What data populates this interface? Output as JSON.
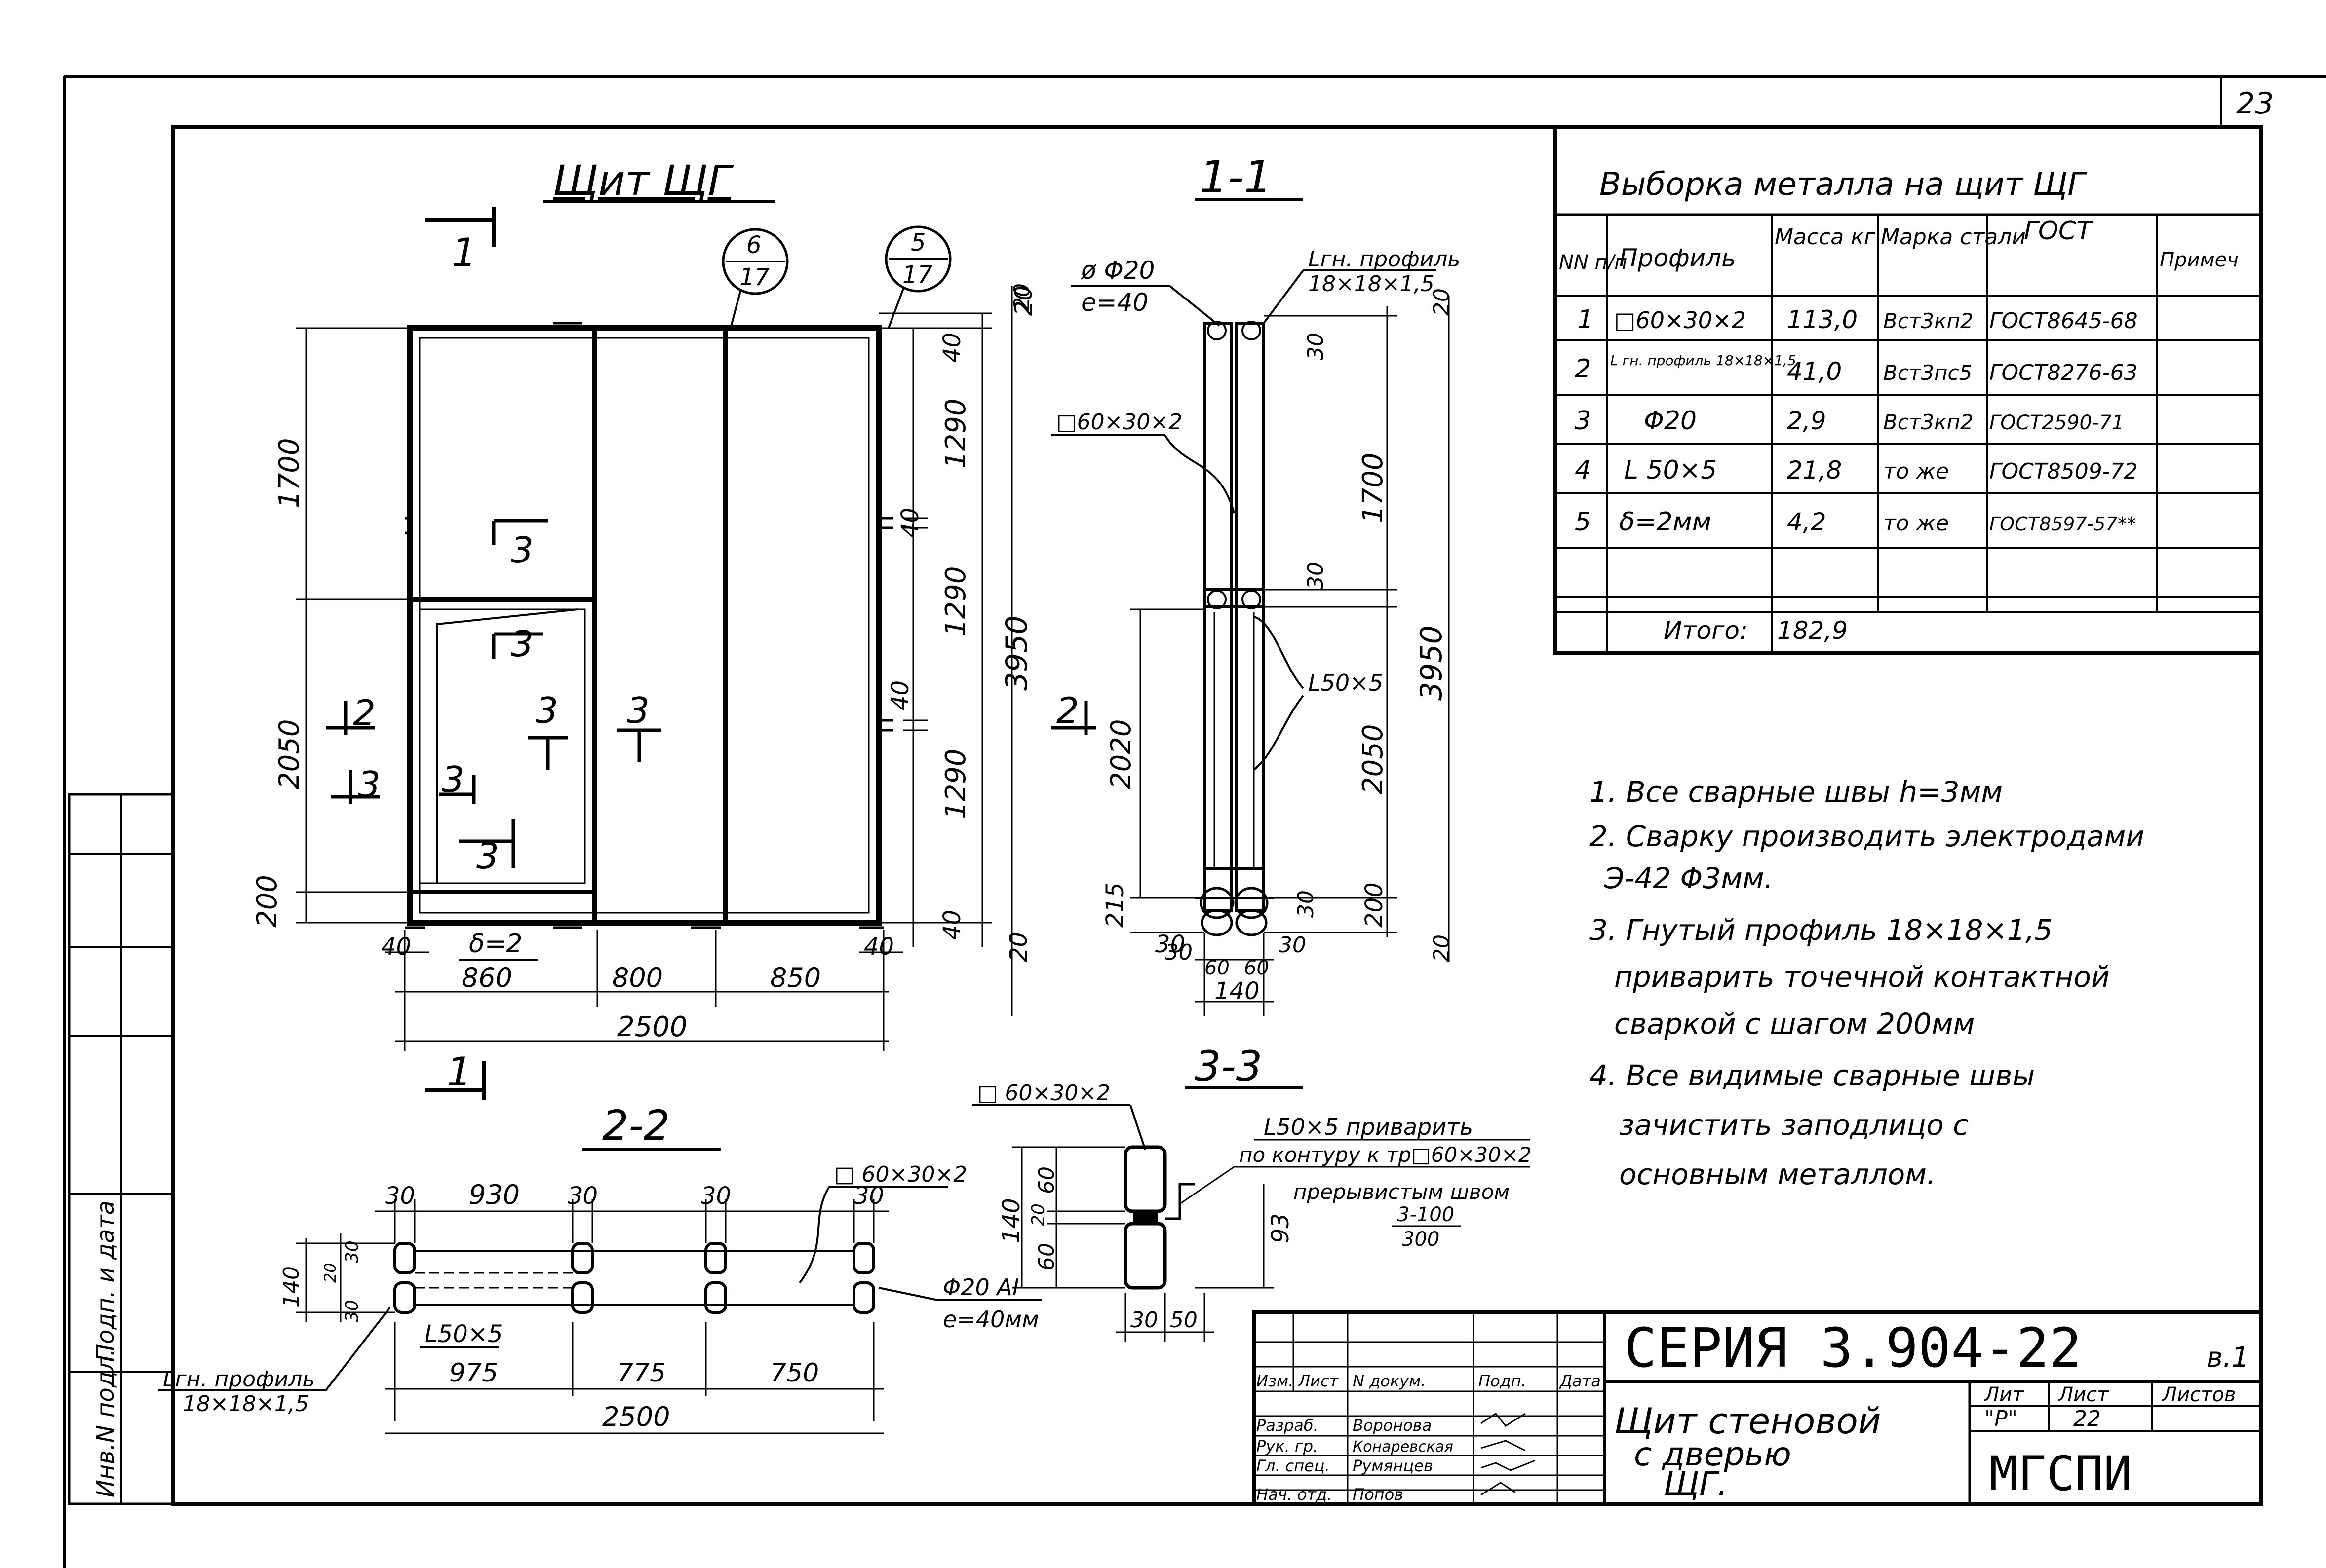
{
  "sheet": {
    "page_number": "23"
  },
  "view_main": {
    "title": "Щит ЩГ",
    "section_mark": "1",
    "section_mark_bottom": "1",
    "callout_1": {
      "top": "6",
      "bottom": "17"
    },
    "callout_2": {
      "top": "5",
      "bottom": "17"
    },
    "dims_left": {
      "d1": "1700",
      "d2": "2050",
      "d3": "200"
    },
    "dims_right": {
      "d1": "20",
      "d2": "40",
      "d3": "1290",
      "d4": "40",
      "d5": "1290",
      "d6": "40",
      "d7": "1290",
      "d8": "40",
      "d9": "20",
      "total": "3950"
    },
    "dims_bottom": {
      "e1": "40",
      "e2": "40",
      "w1": "860",
      "w2": "800",
      "w3": "850",
      "total": "2500"
    },
    "plate_label": "δ=2",
    "section_labels": {
      "s3": "3",
      "s2": "2"
    }
  },
  "view_1_1": {
    "title": "1-1",
    "rod_label": "ø Φ20",
    "rod_spacing": "e=40",
    "profile_label": "Lгн. профиль",
    "profile_size": "18×18×1,5",
    "tube_label": "□60×30×2",
    "angle_label": "L50×5",
    "dims_left": {
      "d1": "2020",
      "d2": "215",
      "d3": "30"
    },
    "dims_right": {
      "d1": "20",
      "d2": "30",
      "d3": "1700",
      "d4": "30",
      "total": "3950",
      "d5": "2050",
      "d6": "30",
      "d7": "200",
      "d8": "20"
    },
    "dims_top": "20",
    "dims_bottom": {
      "b1": "30",
      "b2": "60",
      "b3": "60",
      "total": "140",
      "b4": "30"
    },
    "section_mark": "2"
  },
  "view_2_2": {
    "title": "2-2",
    "tube_label": "□ 60×30×2",
    "angle_label": "L50×5",
    "profile_label": "Lгн. профиль",
    "profile_size": "18×18×1,5",
    "rod_label": "Φ20 AI",
    "rod_spacing": "e=40мм",
    "dims_top": {
      "a1": "30",
      "a2": "930",
      "a3": "30",
      "a4": "30",
      "a5": "30"
    },
    "dims_bottom": {
      "b1": "975",
      "b2": "775",
      "b3": "750",
      "total": "2500"
    },
    "dims_left": {
      "h": "140",
      "h1": "30",
      "h2": "20",
      "h3": "30"
    }
  },
  "view_3_3": {
    "title": "3-3",
    "tube_label": "□ 60×30×2",
    "weld_note_1": "L50×5 приварить",
    "weld_note_2": "по контуру к тр□60×30×2",
    "weld_note_3": "прерывистым швом",
    "weld_fraction_top": "3-100",
    "weld_fraction_bottom": "300",
    "dims": {
      "h": "140",
      "a": "60",
      "b": "20",
      "c": "60",
      "d": "93",
      "e": "30",
      "f": "50"
    }
  },
  "bom_table": {
    "title": "Выборка металла на щит ЩГ",
    "headers": [
      "NN п/п",
      "Профиль",
      "Масса кг.",
      "Марка стали",
      "ГОСТ",
      "Примеч"
    ],
    "rows": [
      {
        "n": "1",
        "profile": "□60×30×2",
        "mass": "113,0",
        "steel": "Вст3кп2",
        "gost": "ГОСТ8645-68",
        "note": ""
      },
      {
        "n": "2",
        "profile": "L гн. профиль 18×18×1,5",
        "mass": "41,0",
        "steel": "Вст3пс5",
        "gost": "ГОСТ8276-63",
        "note": ""
      },
      {
        "n": "3",
        "profile": "Φ20",
        "mass": "2,9",
        "steel": "Вст3кп2",
        "gost": "ГОСТ2590-71",
        "note": ""
      },
      {
        "n": "4",
        "profile": "L 50×5",
        "mass": "21,8",
        "steel": "то же",
        "gost": "ГОСТ8509-72",
        "note": ""
      },
      {
        "n": "5",
        "profile": "δ=2мм",
        "mass": "4,2",
        "steel": "то же",
        "gost": "ГОСТ8597-57**",
        "note": ""
      }
    ],
    "total_label": "Итого:",
    "total_value": "182,9"
  },
  "notes": [
    "1. Все сварные швы h=3мм",
    "2. Сварку производить электродами",
    "Э-42 Φ3мм.",
    "3. Гнутый профиль 18×18×1,5",
    "приварить точечной контактной",
    "сваркой с шагом 200мм",
    "4. Все видимые сварные швы",
    "зачистить заподлицо с",
    "основным металлом."
  ],
  "title_block": {
    "series": "СЕРИЯ 3.904-22",
    "issue": "в.1",
    "description_line1": "Щит стеновой",
    "description_line2": "с дверью",
    "description_line3": "ЩГ.",
    "col_headers": [
      "Изм.",
      "Лист",
      "N докум.",
      "Подп.",
      "Дата"
    ],
    "roles": [
      {
        "role": "Разраб.",
        "name": "Воронова"
      },
      {
        "role": "Рук. гр.",
        "name": "Конаревская"
      },
      {
        "role": "Гл. спец.",
        "name": "Румянцев"
      },
      {
        "role": "Нач. отд.",
        "name": "Попов"
      }
    ],
    "lit_header": "Лит",
    "sheet_header": "Лист",
    "sheets_header": "Листов",
    "lit_value": "\"Р\"",
    "sheet_value": "22",
    "org": "МГСПИ"
  },
  "side_stamp": {
    "inv_label": "Инв.N подл.",
    "sign_label": "Подп. и дата"
  }
}
